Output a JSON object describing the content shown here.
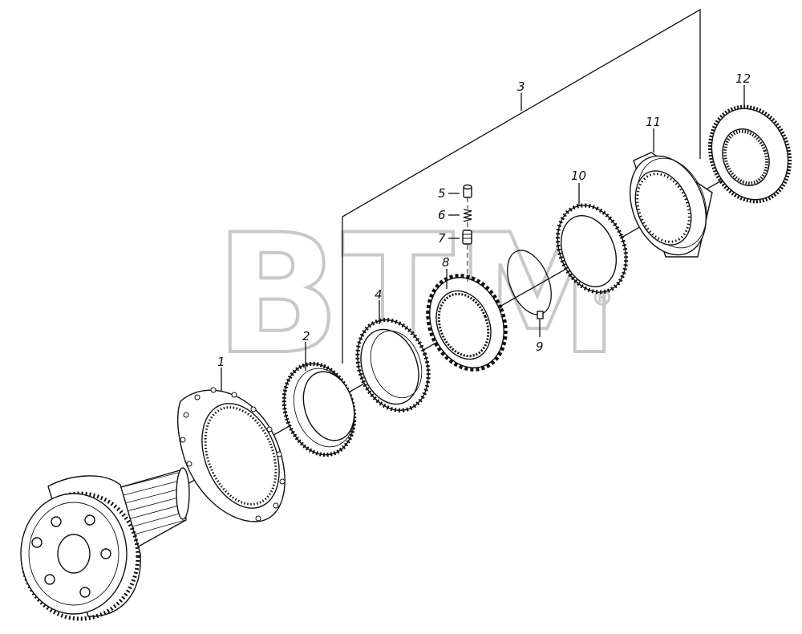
{
  "diagram": {
    "watermark": "BTM",
    "watermark_mark": "®",
    "part_labels": [
      "1",
      "2",
      "3",
      "4",
      "5",
      "6",
      "7",
      "8",
      "9",
      "10",
      "11",
      "12"
    ]
  }
}
